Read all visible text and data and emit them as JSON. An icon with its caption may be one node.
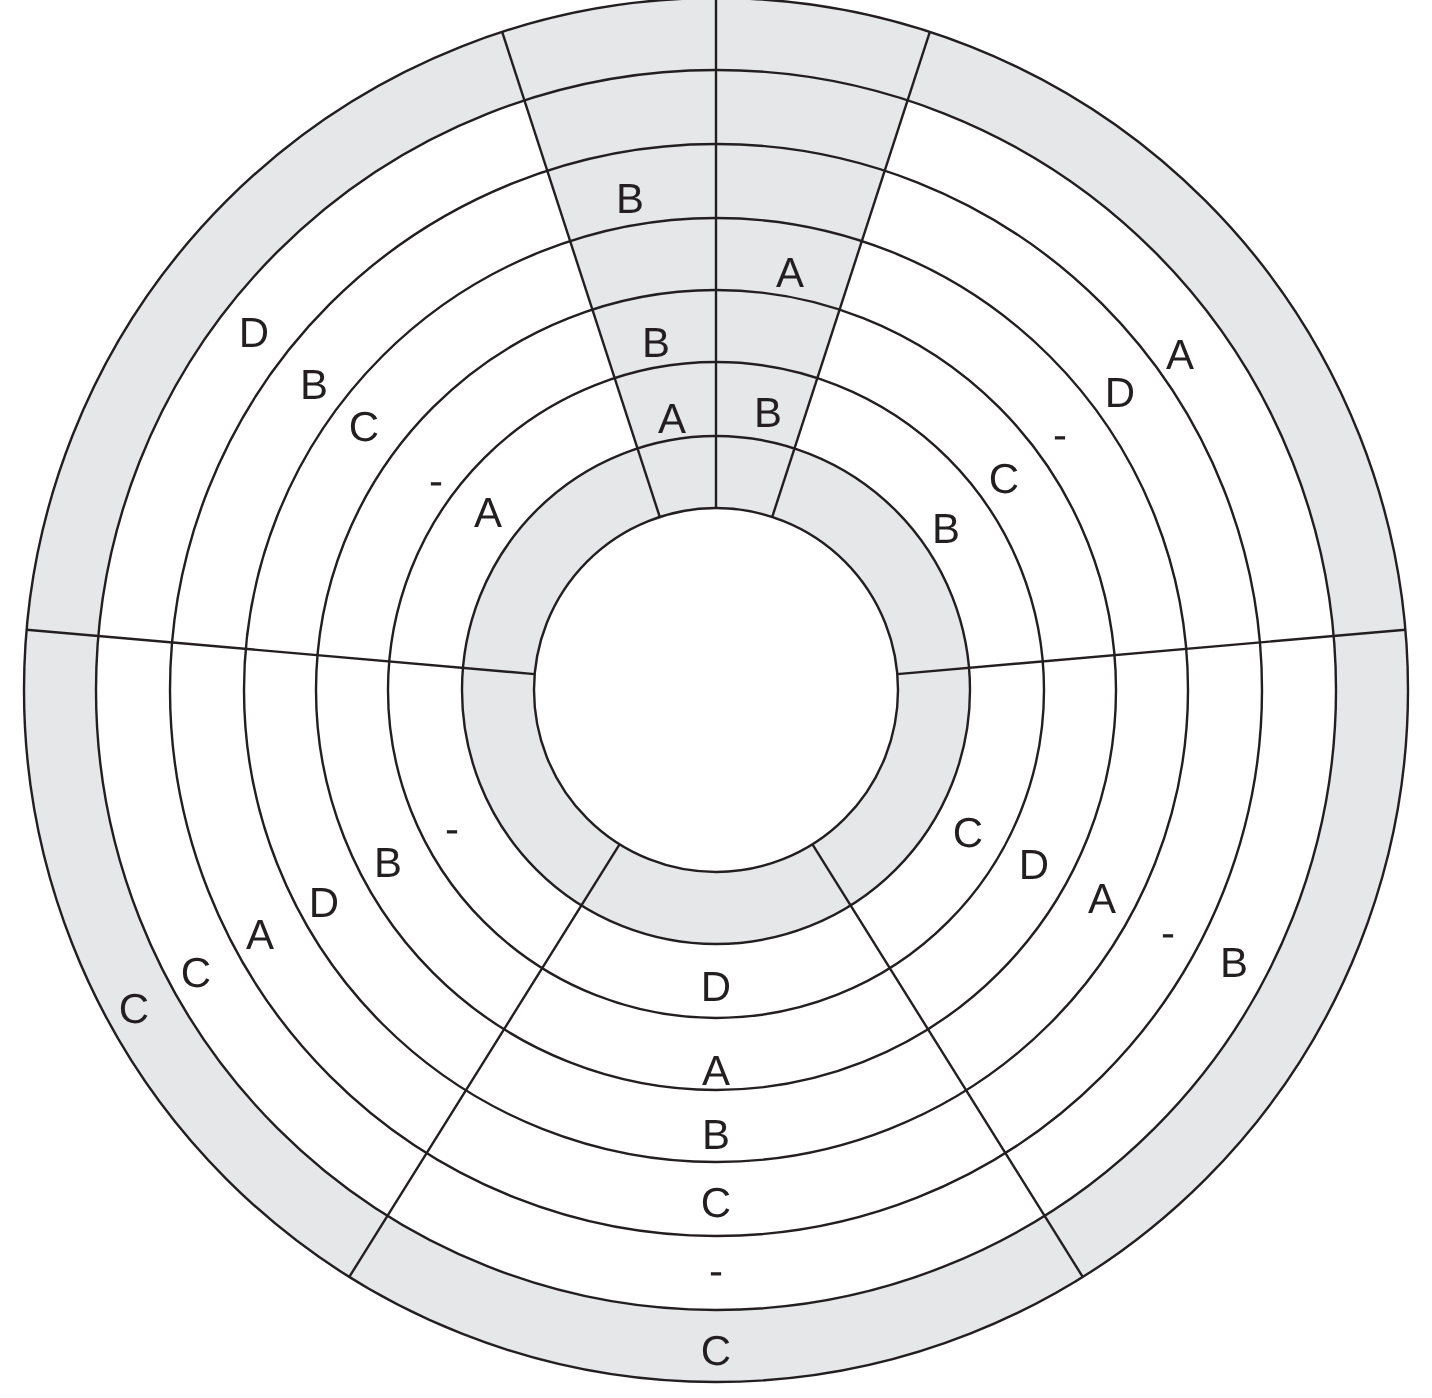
{
  "diagram": {
    "labels": [
      "B",
      "A",
      "D",
      "B",
      "A",
      "B",
      "D",
      "B",
      "A",
      "C",
      "-",
      "C",
      "-",
      "A",
      "B",
      "-",
      "C",
      "B",
      "D",
      "A",
      "D",
      "-",
      "A",
      "B",
      "C",
      "D",
      "C",
      "A",
      "B",
      "C",
      "-",
      "C"
    ]
  }
}
